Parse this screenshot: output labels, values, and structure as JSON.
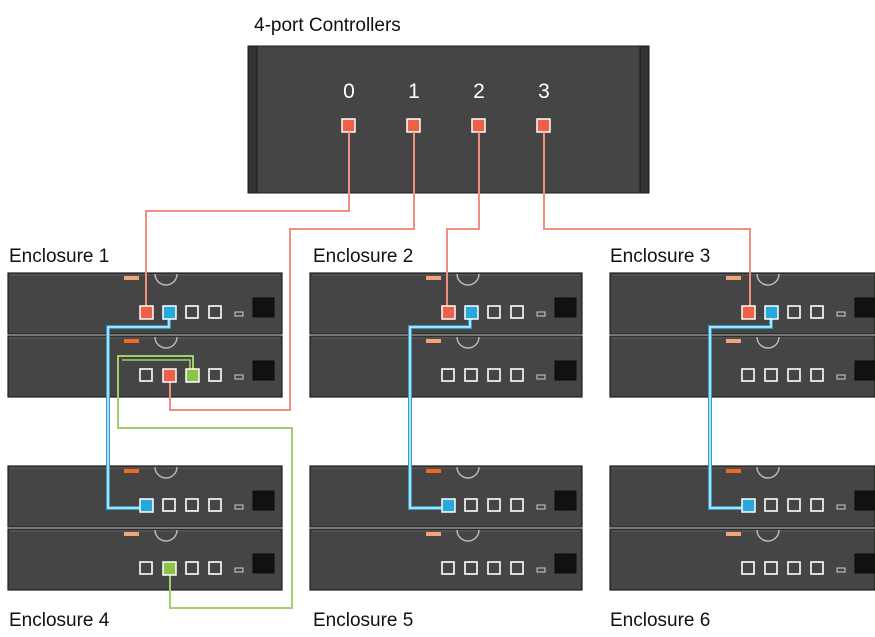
{
  "controller": {
    "title": "4-port Controllers",
    "ports": [
      "0",
      "1",
      "2",
      "3"
    ]
  },
  "enclosures": [
    {
      "label": "Enclosure 1"
    },
    {
      "label": "Enclosure 2"
    },
    {
      "label": "Enclosure 3"
    },
    {
      "label": "Enclosure 4"
    },
    {
      "label": "Enclosure 5"
    },
    {
      "label": "Enclosure 6"
    }
  ],
  "colors": {
    "chassis": "#454545",
    "chassis_edge": "#1e1e1e",
    "port_red": "#ee6047",
    "port_blue": "#27a8d8",
    "port_green": "#8cc449",
    "cable_red": "#ef8f80",
    "cable_blue": "#3bb2e0",
    "cable_green": "#9fd06c",
    "led_orange_dark": "#f06a24",
    "led_orange_light": "#f2a57a"
  }
}
